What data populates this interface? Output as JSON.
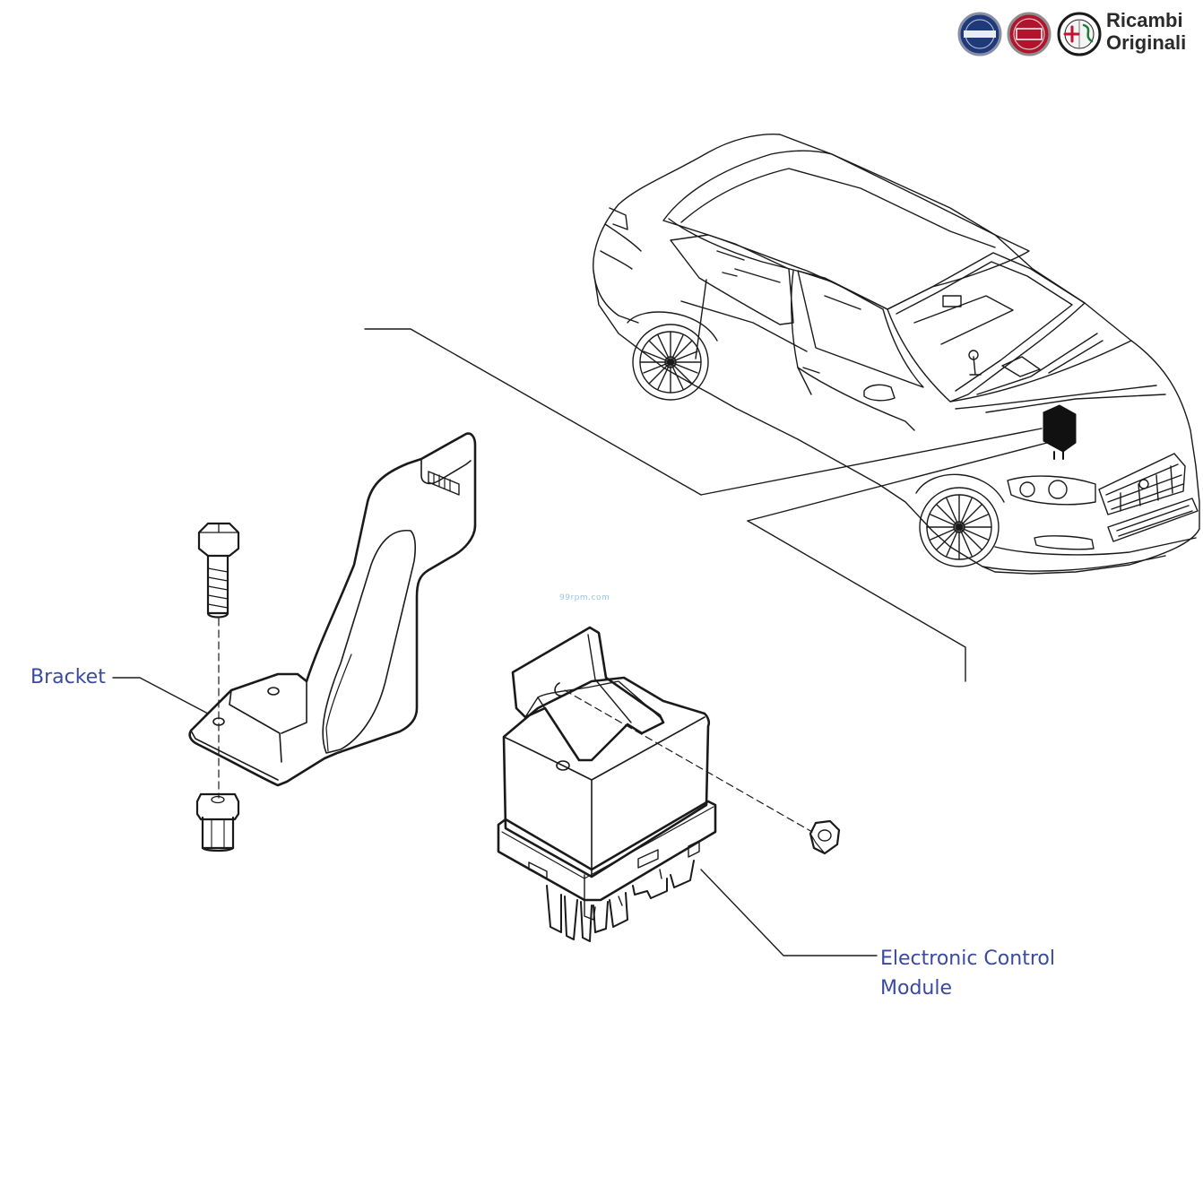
{
  "callouts": {
    "bracket": "Bracket",
    "ecm_line1": "Electronic Control",
    "ecm_line2": "Module"
  },
  "brand": {
    "line1": "Ricambi",
    "line2": "Originali",
    "logos": [
      "lancia-logo",
      "fiat-logo",
      "alfa-romeo-logo"
    ]
  },
  "watermark": "99rpm.com",
  "colors": {
    "callout_text": "#3a4a9e",
    "line_art": "#1a1a1a",
    "fiat_red": "#b0152d",
    "lancia_blue": "#1f3a7a"
  }
}
